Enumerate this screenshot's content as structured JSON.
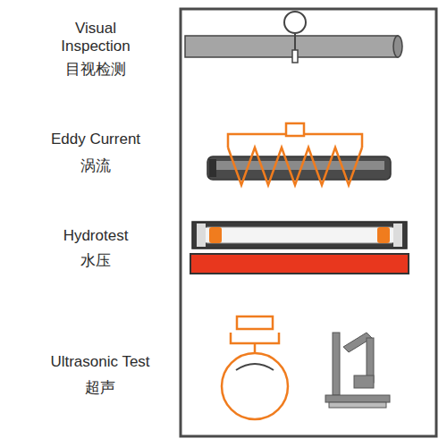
{
  "diagram": {
    "labels": [
      "Visual Inspection",
      "目视检测",
      "Eddy Current",
      "涡流",
      "Hydrotest",
      "水压",
      "Ultrasonic Test",
      "超声"
    ]
  }
}
